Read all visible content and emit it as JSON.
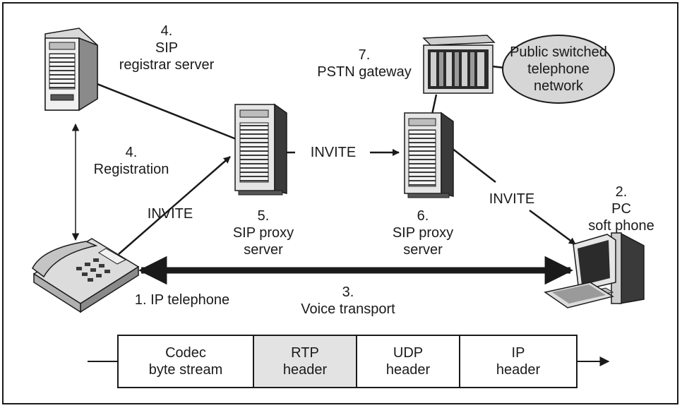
{
  "registrar": {
    "number": "4.",
    "line1": "SIP",
    "line2": "registrar server"
  },
  "gateway": {
    "number": "7.",
    "line1": "PSTN gateway"
  },
  "pstn_cloud": {
    "line1": "Public switched",
    "line2": "telephone",
    "line3": "network"
  },
  "registration": {
    "number": "4.",
    "line1": "Registration"
  },
  "proxy1": {
    "number": "5.",
    "line1": "SIP proxy",
    "line2": "server"
  },
  "proxy2": {
    "number": "6.",
    "line1": "SIP proxy",
    "line2": "server"
  },
  "invite_labels": {
    "phone_to_proxy": "INVITE",
    "proxy_to_proxy": "INVITE",
    "proxy_to_pc": "INVITE"
  },
  "ip_telephone": {
    "label": "1. IP telephone"
  },
  "pc": {
    "number": "2.",
    "line1": "PC",
    "line2": "soft phone"
  },
  "voice": {
    "number": "3.",
    "line1": "Voice transport"
  },
  "packet": {
    "cells": [
      {
        "line1": "Codec",
        "line2": "byte stream"
      },
      {
        "line1": "RTP",
        "line2": "header"
      },
      {
        "line1": "UDP",
        "line2": "header"
      },
      {
        "line1": "IP",
        "line2": "header"
      }
    ]
  },
  "colors": {
    "line": "#1a1a1a",
    "cloud_fill": "#d6d6d6",
    "rtp_fill": "#e3e3e3",
    "device_light": "#ececec",
    "device_dark": "#2b2b2b"
  }
}
